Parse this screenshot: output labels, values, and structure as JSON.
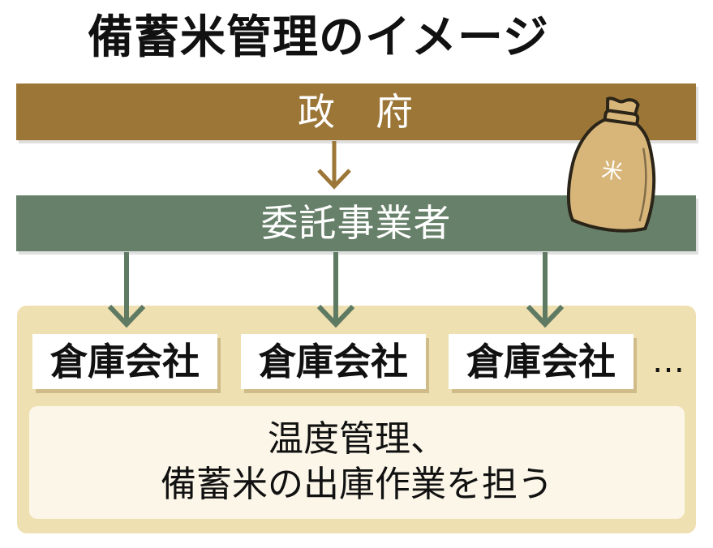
{
  "title": "備蓄米管理のイメージ",
  "government": {
    "label": "政　府"
  },
  "contractor": {
    "label": "委託事業者"
  },
  "warehouses": [
    {
      "label": "倉庫会社"
    },
    {
      "label": "倉庫会社"
    },
    {
      "label": "倉庫会社"
    }
  ],
  "more_indicator": "…",
  "tasks": {
    "line1": "温度管理、",
    "line2": "備蓄米の出庫作業を担う"
  },
  "rice_bag": {
    "label": "米",
    "icon": "rice-bag-icon"
  },
  "colors": {
    "government": "#9c7637",
    "contractor": "#67806a",
    "arrow_gov": "#9c7637",
    "arrow_contractor": "#5f7a63",
    "panel": "#efe0b2",
    "bag_fill": "#d8b67a",
    "bag_stroke": "#2b2418"
  }
}
